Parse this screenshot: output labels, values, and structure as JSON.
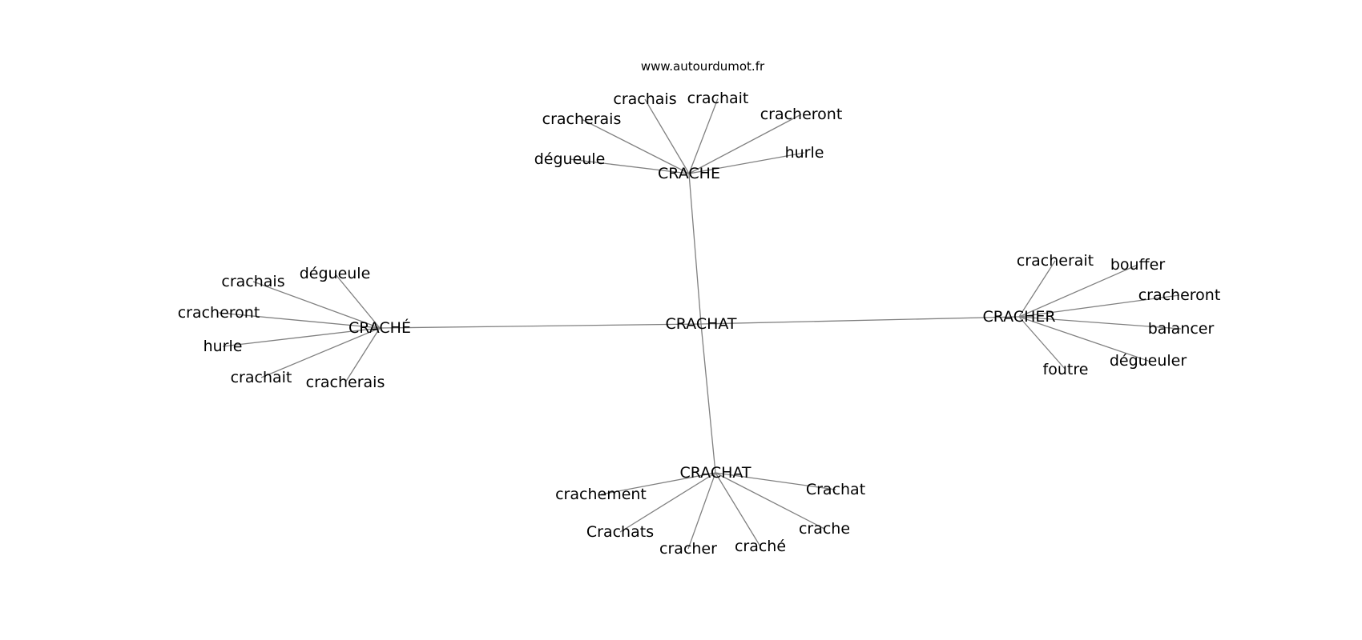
{
  "site": "www.autourdumot.fr",
  "graph": {
    "center": "CRACHAT",
    "clusters": [
      {
        "id": "crache",
        "label": "CRACHE",
        "leaves": [
          "dégueule",
          "cracherais",
          "crachais",
          "crachait",
          "cracheront",
          "hurle"
        ]
      },
      {
        "id": "crache-accent",
        "label": "CRACHÉ",
        "leaves": [
          "dégueule",
          "crachais",
          "cracheront",
          "hurle",
          "crachait",
          "cracherais"
        ]
      },
      {
        "id": "cracher",
        "label": "CRACHER",
        "leaves": [
          "cracherait",
          "bouffer",
          "cracheront",
          "balancer",
          "dégueuler",
          "foutre"
        ]
      },
      {
        "id": "crachat",
        "label": "CRACHAT",
        "leaves": [
          "crachement",
          "Crachats",
          "cracher",
          "craché",
          "crache",
          "Crachat"
        ]
      }
    ]
  }
}
